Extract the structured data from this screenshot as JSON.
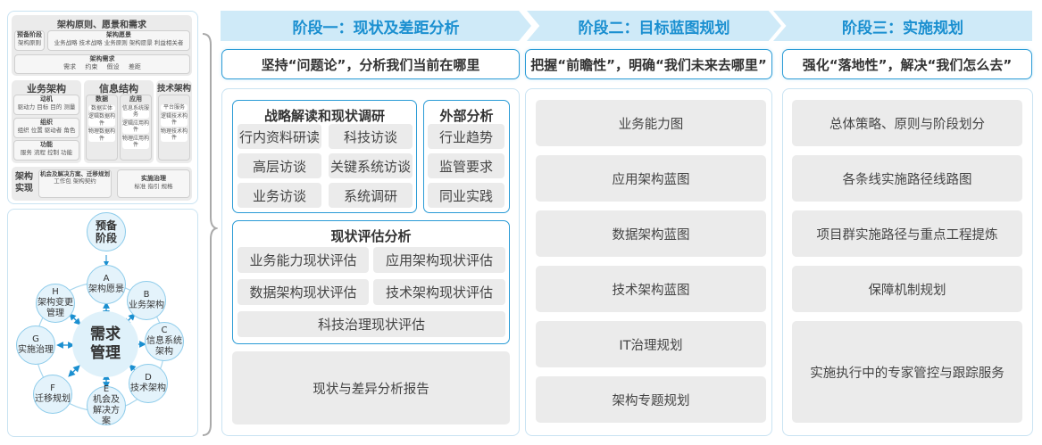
{
  "colors": {
    "accent": "#2a9bd6",
    "header_bg": "#cfeaf8",
    "header_text": "#1a8fd0",
    "box_gray": "#ebebeb"
  },
  "principles": {
    "title": "架构原则、愿景和需求",
    "prelim": {
      "title": "预备阶段",
      "text": "架构原则"
    },
    "vision": {
      "title": "架构愿景",
      "text": "业务战略 技术战略 业务原则 架构愿景 利益相关者"
    },
    "requirements": {
      "title": "架构需求",
      "items": [
        "需求",
        "约束",
        "假设",
        "差距"
      ]
    },
    "business": {
      "title": "业务架构",
      "groups": [
        {
          "title": "动机",
          "text": "驱动力 目标 目的 测量"
        },
        {
          "title": "组织",
          "text": "组织 位置 驱动者 角色"
        },
        {
          "title": "功能",
          "text": "服务 流程 控制 功能"
        }
      ]
    },
    "information": {
      "title": "信息结构",
      "data": {
        "title": "数据",
        "items": [
          "数据实体",
          "逻辑数据构件",
          "物理数据构件"
        ]
      },
      "app": {
        "title": "应用",
        "items": [
          "信息系统服务",
          "逻辑应用构件",
          "物理应用构件"
        ]
      }
    },
    "technology": {
      "title": "技术架构",
      "items": [
        "平台服务",
        "逻辑技术构件",
        "物理技术构件"
      ]
    },
    "realization": {
      "title": "架构实现",
      "opportunity": {
        "title": "机会及解决方案、迁移规划",
        "text": "工作包 架构契约"
      },
      "governance": {
        "title": "实施治理",
        "text": "标准 指引 规格"
      }
    }
  },
  "cycle": {
    "center": "需求管理",
    "prelim": "预备阶段",
    "nodes": [
      {
        "letter": "A",
        "label": "架构愿景"
      },
      {
        "letter": "B",
        "label": "业务架构"
      },
      {
        "letter": "C",
        "label": "信息系统架构"
      },
      {
        "letter": "D",
        "label": "技术架构"
      },
      {
        "letter": "E",
        "label": "机会及解决方案"
      },
      {
        "letter": "F",
        "label": "迁移规划"
      },
      {
        "letter": "G",
        "label": "实施治理"
      },
      {
        "letter": "H",
        "label": "架构变更管理"
      }
    ]
  },
  "stages": [
    {
      "title": "阶段一：现状及差距分析",
      "slogan": "坚持“问题论”，分析我们当前在哪里",
      "strategy": {
        "title": "战略解读和现状调研",
        "items": [
          "行内资料研读",
          "科技访谈",
          "高层访谈",
          "关键系统访谈",
          "业务访谈",
          "系统调研"
        ]
      },
      "external": {
        "title": "外部分析",
        "items": [
          "行业趋势",
          "监管要求",
          "同业实践"
        ]
      },
      "assessment": {
        "title": "现状评估分析",
        "items": [
          "业务能力现状评估",
          "应用架构现状评估",
          "数据架构现状评估",
          "技术架构现状评估",
          "科技治理现状评估"
        ]
      },
      "report": "现状与差异分析报告"
    },
    {
      "title": "阶段二：目标蓝图规划",
      "slogan": "把握“前瞻性”，明确“我们未来去哪里”",
      "items": [
        "业务能力图",
        "应用架构蓝图",
        "数据架构蓝图",
        "技术架构蓝图",
        "IT治理规划",
        "架构专题规划"
      ]
    },
    {
      "title": "阶段三：实施规划",
      "slogan": "强化“落地性”，解决“我们怎么去”",
      "items": [
        "总体策略、原则与阶段划分",
        "各条线实施路径线路图",
        "项目群实施路径与重点工程提炼",
        "保障机制规划",
        "实施执行中的专家管控与跟踪服务"
      ]
    }
  ]
}
